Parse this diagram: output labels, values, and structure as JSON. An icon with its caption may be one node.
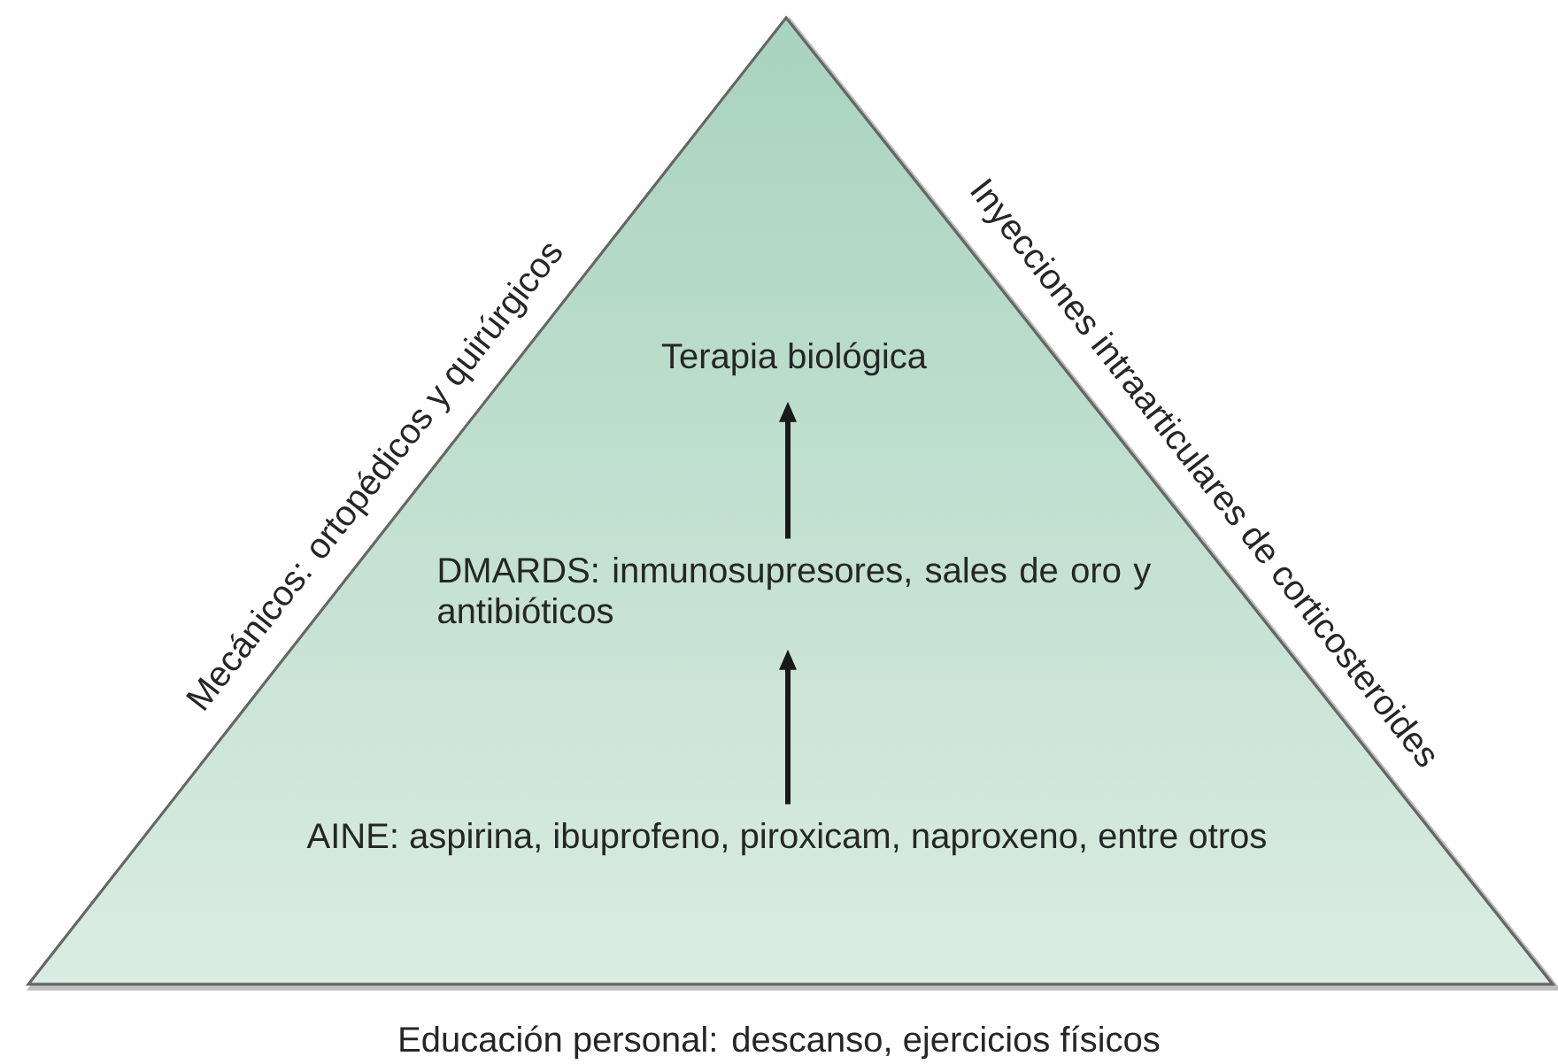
{
  "diagram": {
    "nodes": [
      {
        "text": [],
        "shape": "triangle"
      },
      {
        "text": [
          "Terapia biológica"
        ],
        "in": 0
      },
      {
        "text": [
          "DMARDS: inmunosupresores, sales de oro y antibióticos"
        ],
        "in": 0
      },
      {
        "text": [
          "AINE: aspirina, ibuprofeno, piroxicam, naproxeno, entre otros"
        ],
        "in": 0
      }
    ],
    "edges": [
      {
        "from": 3,
        "to": 2,
        "arrow": "to"
      },
      {
        "from": 2,
        "to": 1,
        "arrow": "to"
      }
    ],
    "labels": [
      "Mecánicos: ortopédicos y quirúrgicos",
      "Inyecciones intraarticulares de corticosteroides",
      "Educación personal: descanso, ejercicios físicos"
    ]
  }
}
